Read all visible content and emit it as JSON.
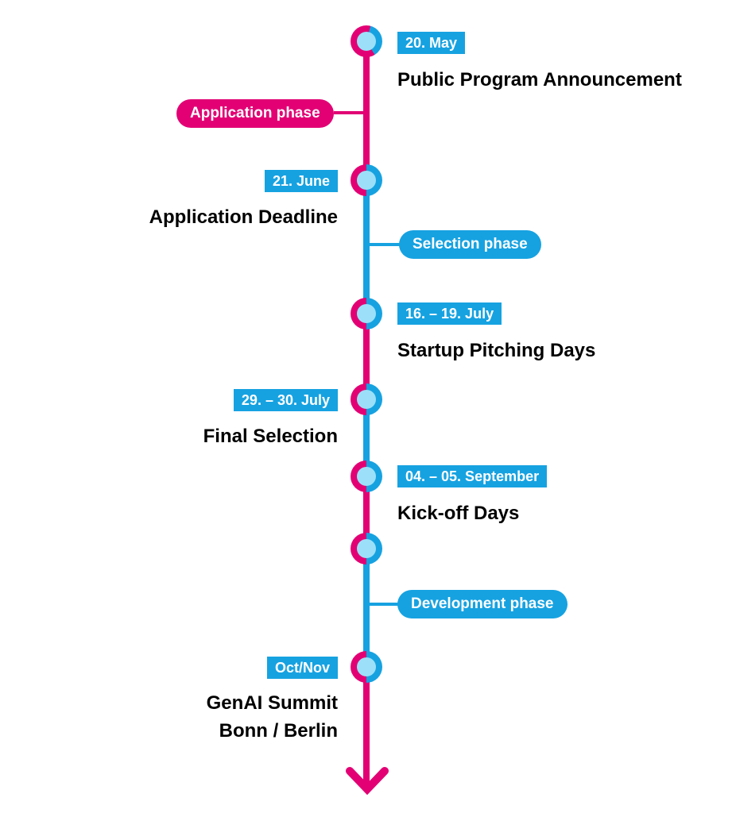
{
  "diagram": {
    "colors": {
      "magenta": "#E20074",
      "blue": "#16A2E1",
      "node_fill": "#9BE0F8"
    },
    "events": [
      {
        "date": "20. May",
        "title": "Public Program Announcement"
      },
      {
        "date": "21. June",
        "title": "Application Deadline"
      },
      {
        "date": "16. – 19. July",
        "title": "Startup Pitching Days"
      },
      {
        "date": "29. – 30. July",
        "title": "Final Selection"
      },
      {
        "date": "04. – 05. September",
        "title": "Kick-off Days"
      },
      {
        "date": "Oct/Nov",
        "title": "GenAI Summit",
        "title_line2": "Bonn / Berlin"
      }
    ],
    "phases": [
      {
        "label": "Application phase"
      },
      {
        "label": "Selection phase"
      },
      {
        "label": "Development phase"
      }
    ]
  }
}
